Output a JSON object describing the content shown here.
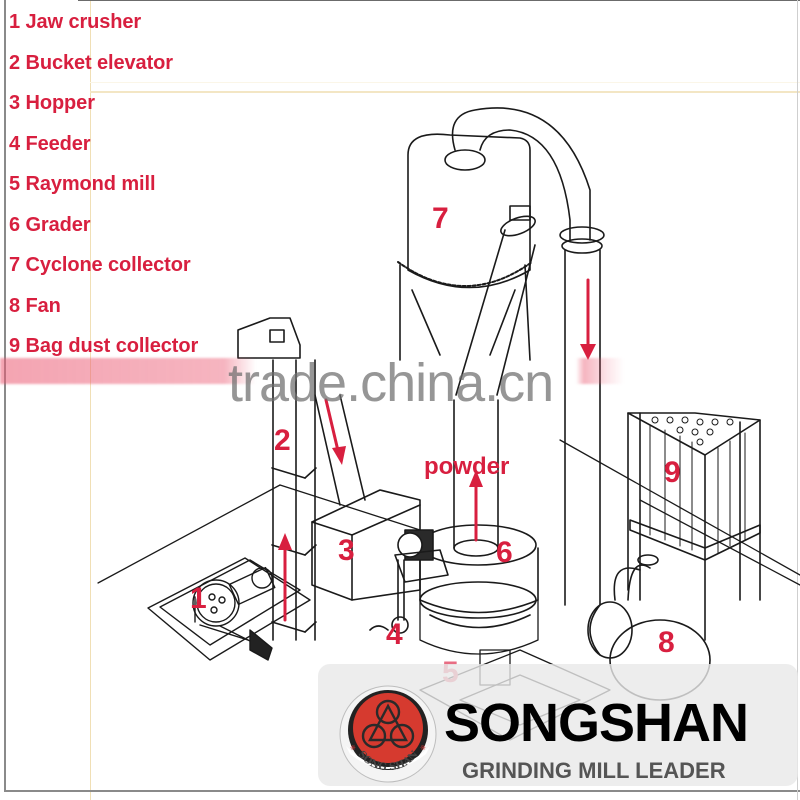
{
  "legend": {
    "items": [
      {
        "number": "1",
        "label": "1 Jaw crusher"
      },
      {
        "number": "2",
        "label": "2 Bucket elevator"
      },
      {
        "number": "3",
        "label": "3 Hopper"
      },
      {
        "number": "4",
        "label": "4 Feeder"
      },
      {
        "number": "5",
        "label": "5 Raymond mill"
      },
      {
        "number": "6",
        "label": "6 Grader"
      },
      {
        "number": "7",
        "label": "7 Cyclone collector"
      },
      {
        "number": "8",
        "label": "8 Fan"
      },
      {
        "number": "9",
        "label": "9 Bag dust collector"
      }
    ]
  },
  "diagram": {
    "callouts": {
      "c1": "1",
      "c2": "2",
      "c3": "3",
      "c4": "4",
      "c5": "5",
      "c6": "6",
      "c7": "7",
      "c8": "8",
      "c9": "9"
    },
    "flow_label": "powder",
    "accent_color": "#d81f3f",
    "line_color": "#1a1a1a"
  },
  "watermark": {
    "text": "trade.china.cn"
  },
  "brand": {
    "name": "SONGSHAN",
    "tagline": "GRINDING MILL LEADER",
    "logo_text": "SONG SHAN",
    "logo_color": "#d63a2f"
  }
}
